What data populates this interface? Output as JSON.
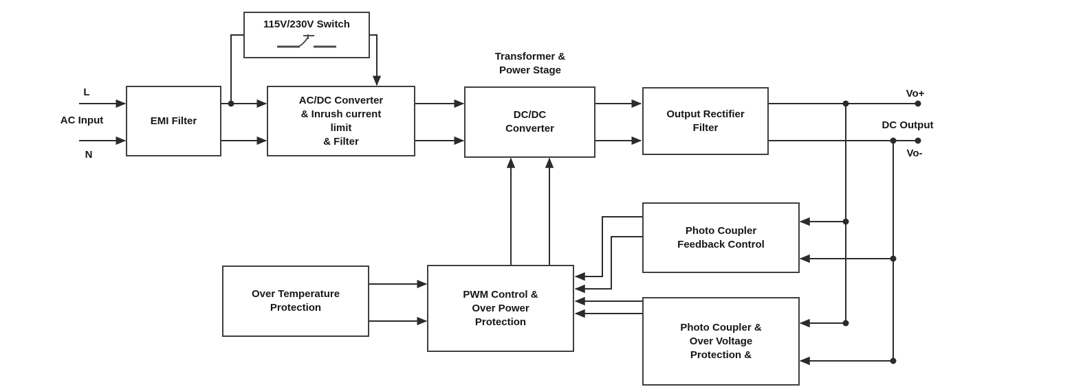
{
  "blocks": {
    "switch": {
      "label": "115V/230V Switch",
      "icon": "spst-switch-icon"
    },
    "emi_filter": {
      "label": "EMI Filter"
    },
    "acdc_converter": {
      "label": "AC/DC Converter\n& Inrush current\nlimit\n& Filter"
    },
    "dcdc_converter": {
      "label": "DC/DC\nConverter",
      "caption_above": "Transformer &\nPower Stage"
    },
    "output_rectifier": {
      "label": "Output Rectifier\nFilter"
    },
    "over_temp": {
      "label": "Over Temperature\nProtection"
    },
    "pwm_control": {
      "label": "PWM Control &\nOver Power\nProtection"
    },
    "photo_coupler_feedback": {
      "label": "Photo Coupler\nFeedback Control"
    },
    "photo_coupler_ovp": {
      "label": "Photo Coupler &\nOver Voltage\nProtection &"
    }
  },
  "labels": {
    "line": "L",
    "ac_input": "AC Input",
    "neutral": "N",
    "vo_plus": "Vo+",
    "dc_output": "DC Output",
    "vo_minus": "Vo-"
  },
  "colors": {
    "background": "#ffffff",
    "wire": "#2b2b2b",
    "box_border": "#3e3e3e",
    "text": "#161616"
  }
}
